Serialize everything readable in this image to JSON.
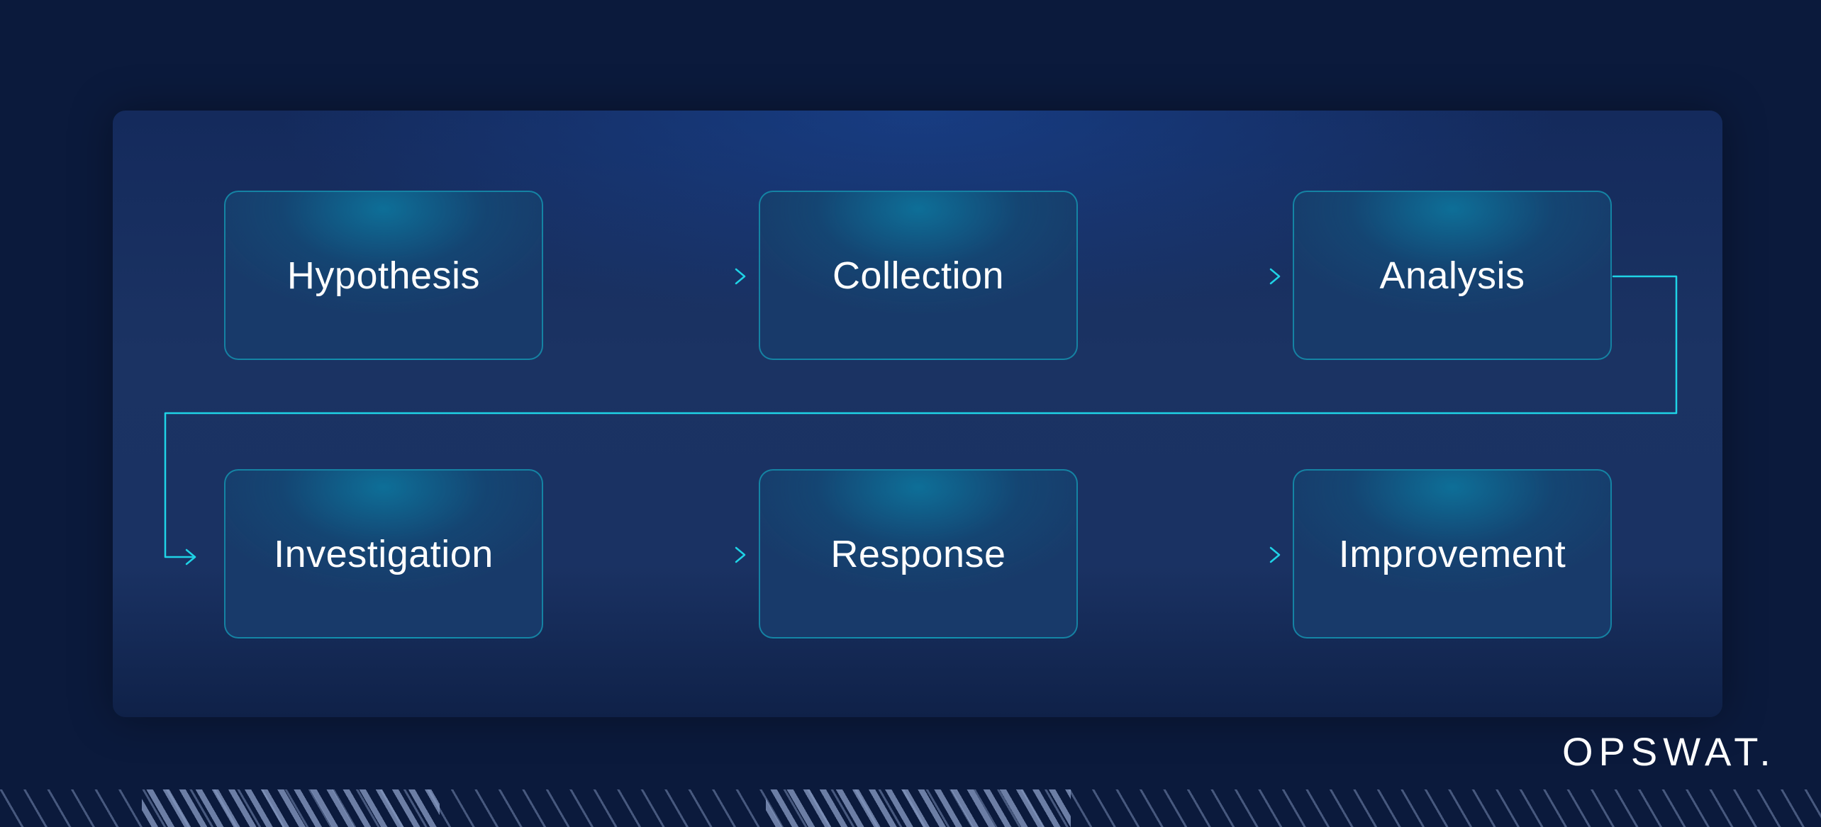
{
  "steps": [
    {
      "label": "Hypothesis"
    },
    {
      "label": "Collection"
    },
    {
      "label": "Analysis"
    },
    {
      "label": "Investigation"
    },
    {
      "label": "Response"
    },
    {
      "label": "Improvement"
    }
  ],
  "brand": {
    "logo_text": "OPSWAT."
  },
  "colors": {
    "accent": "#1fd3e6",
    "background": "#0b1a3c"
  }
}
